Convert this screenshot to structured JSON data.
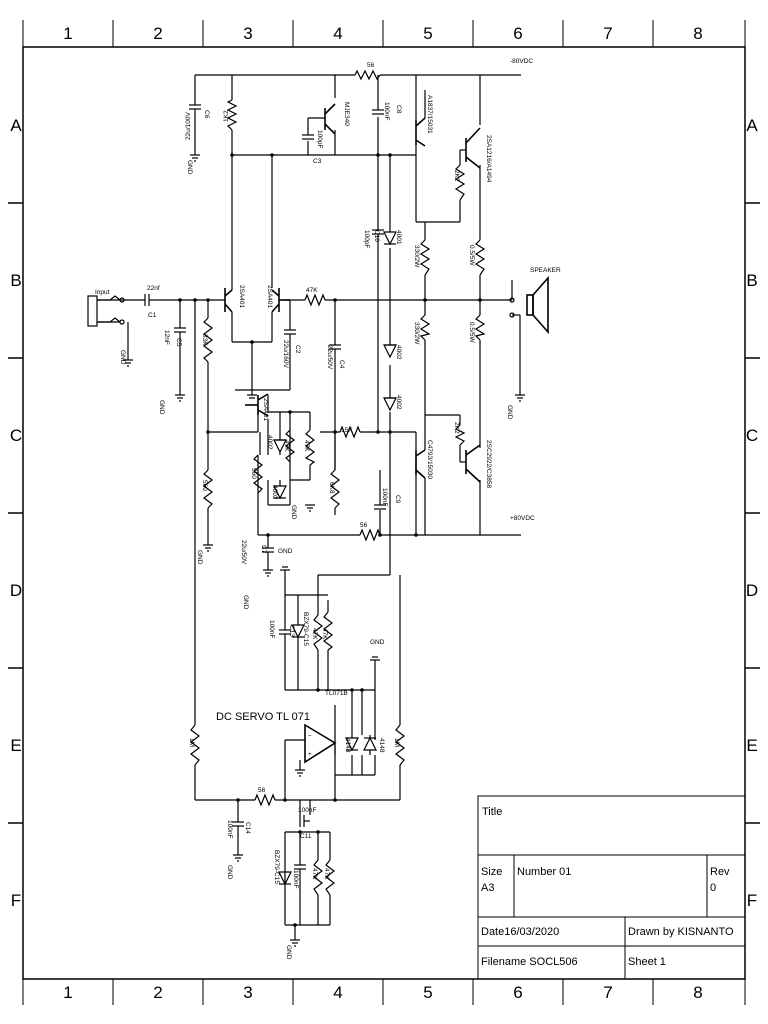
{
  "frame": {
    "columns": [
      "1",
      "2",
      "3",
      "4",
      "5",
      "6",
      "7",
      "8"
    ],
    "rows": [
      "A",
      "B",
      "C",
      "D",
      "E",
      "F"
    ]
  },
  "rails": {
    "neg": "-80VDC",
    "pos": "+80VDC"
  },
  "labels": {
    "input": "Input",
    "c1_val": "22nf",
    "c1": "C1",
    "c6_val": "22u/100V",
    "c6": "C6",
    "r_1k2": "1K2",
    "r_56_top": "56",
    "q_mje": "MJE340",
    "c3_val": "100pF",
    "c3": "C3",
    "c8_val": "100nF",
    "c8": "C8",
    "q_a1837": "A1837/15031",
    "q_2sa1216": "2SA1216/A1494",
    "r_2k2_top": "2K2",
    "c10_val": "100pF",
    "c10": "C10",
    "d_4001_top": "4001",
    "r_330_top": "330/2W",
    "r_05_top": "0.5/5W",
    "speaker": "SPEAKER",
    "q1": "2SA401",
    "q2": "2SA401",
    "r_47k": "47K",
    "c5_val": "12nF",
    "c5": "C5",
    "r_33k": "33K",
    "c2_val": "22u/160V",
    "c2": "C2",
    "c4_val": "22u/50V",
    "c4": "C4",
    "d_4002_a": "4002",
    "r_330_bot": "330/2W",
    "r_05_bot": "0.5/5W",
    "q3": "2SA401",
    "d_4002_b": "4002",
    "r_47k_a": "47K",
    "r_47k_b": "47K",
    "r_15k": "15K",
    "d_4002_c": "4002",
    "r_2k2_bot": "2K2",
    "q_c4793": "C4793/15030",
    "q_2sc2922": "2SC2922/C3858",
    "r_560_a": "560",
    "r_560_b": "560",
    "d_4002_d": "4002",
    "r_6k8": "6K8",
    "c9_val": "100nF",
    "c9": "C9",
    "r_56_mid": "56",
    "c7_val": "22u/50V",
    "c7": "C7",
    "c13_val": "100nF",
    "c13": "C13",
    "z_bzx_top": "BZX79-C15",
    "r_47k_c": "47K",
    "r_47k_d": "47K",
    "u1_pin": "TL071B",
    "dc_servo": "DC SERVO TL 071",
    "r_1m_a": "1M",
    "r_1m_b": "1M",
    "d_e1": "4148",
    "d_e2": "4148",
    "r_56_bot": "56",
    "c11_val": "100nF",
    "c11": "C11",
    "c14_val": "100nF",
    "c14": "C14",
    "z_bzx_bot": "BZX79-C15",
    "c15_val": "100nF",
    "r_47k_e": "47K",
    "r_47k_f": "47K",
    "gnd": "GND"
  },
  "title_block": {
    "title_label": "Title",
    "size_label": "Size",
    "size_value": "A3",
    "number": "Number 01",
    "rev_label": "Rev",
    "rev_value": "0",
    "date": "Date16/03/2020",
    "drawn": "Drawn by KISNANTO",
    "filename": "Filename SOCL506",
    "sheet": "Sheet 1"
  }
}
